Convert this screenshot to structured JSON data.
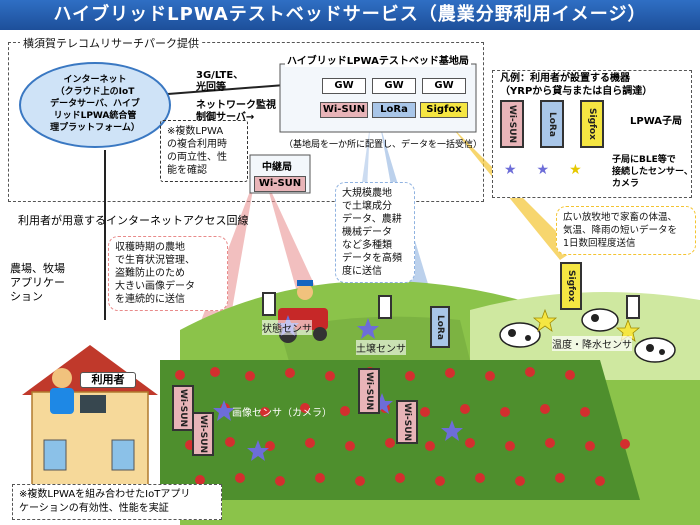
{
  "title": "ハイブリッドLPWAテストベッドサービス（農業分野利用イメージ）",
  "provider_label": "横須賀テレコムリサーチパーク提供",
  "cloud_text": "インターネット\n（クラウド上のIoT\nデータサーバ、ハイブ\nリッドLPWA統合管\n理プラットフォーム）",
  "network_label": "3G/LTE、\n光回等",
  "monitor_label": "ネットワーク監視\n制御サーバ→",
  "base_station_title": "ハイブリッドLPWAテストベッド基地局",
  "gw_label": "GW",
  "wi_sun_label": "Wi-SUN",
  "lora_label": "LoRa",
  "sigfox_label": "Sigfox",
  "base_station_note": "（基地局を一か所に配置し、データを一括受信）",
  "note_multi": "※複数LPWA\nの複合利用時\nの両立性、性\n能を確認",
  "relay_label": "中継局",
  "relay_device": "Wi-SUN",
  "legend_title": "凡例：利用者が設置する機器\n（YRPから貸与または自ら調達）",
  "legend_child": "LPWA子局",
  "legend_ble": "子局にBLE等で\n接続したセンサー、\nカメラ",
  "internet_line": "利用者が用意するインターネットアクセス回線",
  "app_label": "農場、牧場\nアプリケー\nション",
  "user_label": "利用者",
  "callout_harvest": "収穫時期の農地\nで生育状況管理、\n盗難防止のため\n大きい画像データ\nを連続的に送信",
  "callout_large": "大規模農地\nで土壌成分\nデータ、農耕\n機械データ\nなど多種類\nデータを高頻\n度に送信",
  "callout_ranch": "広い放牧地で家畜の体温、\n気温、降雨の短いデータを\n1日数回程度送信",
  "sensor_state": "状態センサ",
  "sensor_soil": "土壌センサ",
  "sensor_temp": "温度・降水センサ",
  "sensor_camera": "画像センサ（カメラ）",
  "bottom_note": "※複数LPWAを組み合わせたIoTアプリ\nケーションの有効性、性能を実証",
  "colors": {
    "title_blue": "#1d4f9a",
    "wi_sun": "#e8b4b8",
    "lora": "#a9c6e8",
    "sigfox": "#f5e642",
    "field_green": "#6ab04c",
    "beam_red": "#e88a8a",
    "beam_blue": "#8fb2e0",
    "beam_yellow": "#f4c430"
  },
  "icons": [
    "cloud-icon",
    "server-icon",
    "gateway-icon",
    "star-icon",
    "tractor-icon",
    "cow-icon",
    "tomato-icon",
    "house-icon",
    "person-icon"
  ]
}
